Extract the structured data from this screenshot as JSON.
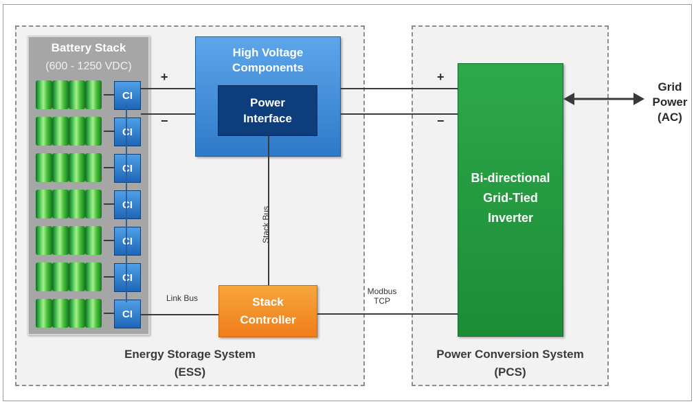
{
  "battery_stack": {
    "title": "Battery Stack",
    "voltage": "(600 - 1250 VDC)",
    "ci_label": "CI",
    "modules": [
      1,
      2,
      3,
      4,
      5,
      6,
      7
    ]
  },
  "hv": {
    "title_line1": "High Voltage",
    "title_line2": "Components"
  },
  "power_interface": {
    "line1": "Power",
    "line2": "Interface"
  },
  "stack_controller": {
    "line1": "Stack",
    "line2": "Controller"
  },
  "inverter": {
    "line1": "Bi-directional",
    "line2": "Grid-Tied",
    "line3": "Inverter"
  },
  "grid": {
    "line1": "Grid",
    "line2": "Power",
    "line3": "(AC)"
  },
  "signs": {
    "plus": "+",
    "minus": "−"
  },
  "buses": {
    "stack_bus": "Stack Bus",
    "link_bus": "Link Bus",
    "modbus_line1": "Modbus",
    "modbus_line2": "TCP"
  },
  "ess": {
    "name": "Energy Storage System",
    "abbr": "(ESS)"
  },
  "pcs": {
    "name": "Power Conversion System",
    "abbr": "(PCS)"
  },
  "colors": {
    "hv_blue": "#2f79c9",
    "power_interface_navy": "#0d3d7b",
    "controller_orange": "#ef7d1a",
    "inverter_green": "#1c8c37",
    "battery_green": "#39b54a"
  }
}
